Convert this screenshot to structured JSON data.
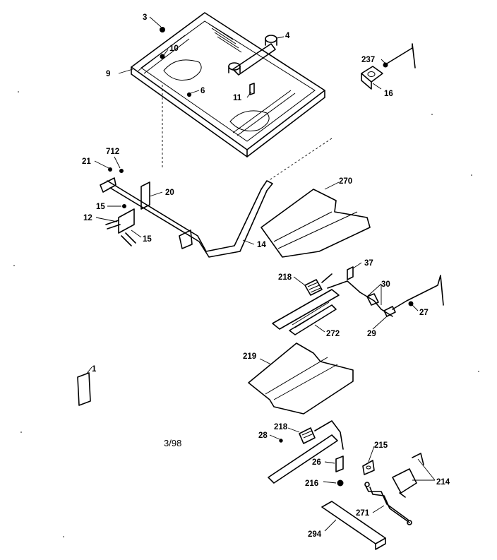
{
  "parts": [
    {
      "id": "p3",
      "text": "3"
    },
    {
      "id": "p4",
      "text": "4"
    },
    {
      "id": "p9",
      "text": "9"
    },
    {
      "id": "p10",
      "text": "10"
    },
    {
      "id": "p6",
      "text": "6"
    },
    {
      "id": "p11",
      "text": "11"
    },
    {
      "id": "p237",
      "text": "237"
    },
    {
      "id": "p16",
      "text": "16"
    },
    {
      "id": "p21",
      "text": "21"
    },
    {
      "id": "p712",
      "text": "712"
    },
    {
      "id": "p20",
      "text": "20"
    },
    {
      "id": "p270",
      "text": "270"
    },
    {
      "id": "p15a",
      "text": "15"
    },
    {
      "id": "p12",
      "text": "12"
    },
    {
      "id": "p15b",
      "text": "15"
    },
    {
      "id": "p14",
      "text": "14"
    },
    {
      "id": "p37",
      "text": "37"
    },
    {
      "id": "p218a",
      "text": "218"
    },
    {
      "id": "p30",
      "text": "30"
    },
    {
      "id": "p27",
      "text": "27"
    },
    {
      "id": "p272",
      "text": "272"
    },
    {
      "id": "p29",
      "text": "29"
    },
    {
      "id": "p1",
      "text": "1"
    },
    {
      "id": "p219",
      "text": "219"
    },
    {
      "id": "p28",
      "text": "28"
    },
    {
      "id": "p218b",
      "text": "218"
    },
    {
      "id": "p215",
      "text": "215"
    },
    {
      "id": "p26",
      "text": "26"
    },
    {
      "id": "p216",
      "text": "216"
    },
    {
      "id": "p214",
      "text": "214"
    },
    {
      "id": "p271",
      "text": "271"
    },
    {
      "id": "p294",
      "text": "294"
    }
  ],
  "date_code": "3/98"
}
